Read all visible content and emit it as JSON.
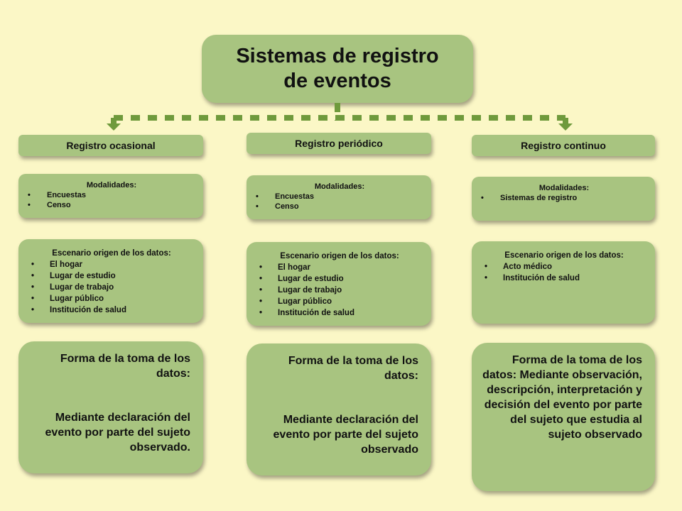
{
  "title": {
    "line1": "Sistemas de registro",
    "line2": "de eventos"
  },
  "colors": {
    "background": "#fbf7c6",
    "box_fill": "#a8c480",
    "connector": "#6f9a3c"
  },
  "columns": [
    {
      "header": "Registro ocasional",
      "modalidades": {
        "heading": "Modalidades:",
        "items": [
          "Encuestas",
          "Censo"
        ]
      },
      "escenario": {
        "heading": "Escenario origen de los datos:",
        "items": [
          "El hogar",
          "Lugar de estudio",
          "Lugar de trabajo",
          "Lugar público",
          "Institución de salud"
        ]
      },
      "forma": {
        "lines": [
          "Forma de la toma de los datos:",
          "Mediante declaración del evento por parte del sujeto observado."
        ]
      }
    },
    {
      "header": "Registro periódico",
      "modalidades": {
        "heading": "Modalidades:",
        "items": [
          "Encuestas",
          "Censo"
        ]
      },
      "escenario": {
        "heading": "Escenario origen de los datos:",
        "items": [
          "El hogar",
          "Lugar de estudio",
          "Lugar de trabajo",
          "Lugar público",
          "Institución de salud"
        ]
      },
      "forma": {
        "lines": [
          "Forma de la toma de los datos:",
          "Mediante declaración del evento por parte del sujeto observado"
        ]
      }
    },
    {
      "header": "Registro continuo",
      "modalidades": {
        "heading": "Modalidades:",
        "items": [
          "Sistemas de registro"
        ]
      },
      "escenario": {
        "heading": "Escenario origen de los datos:",
        "items": [
          "Acto médico",
          "Institución de salud"
        ]
      },
      "forma": {
        "lines": [
          "Forma de la toma de los datos: Mediante observación, descripción, interpretación y decisión del evento por parte del sujeto que estudia al sujeto observado"
        ]
      }
    }
  ]
}
